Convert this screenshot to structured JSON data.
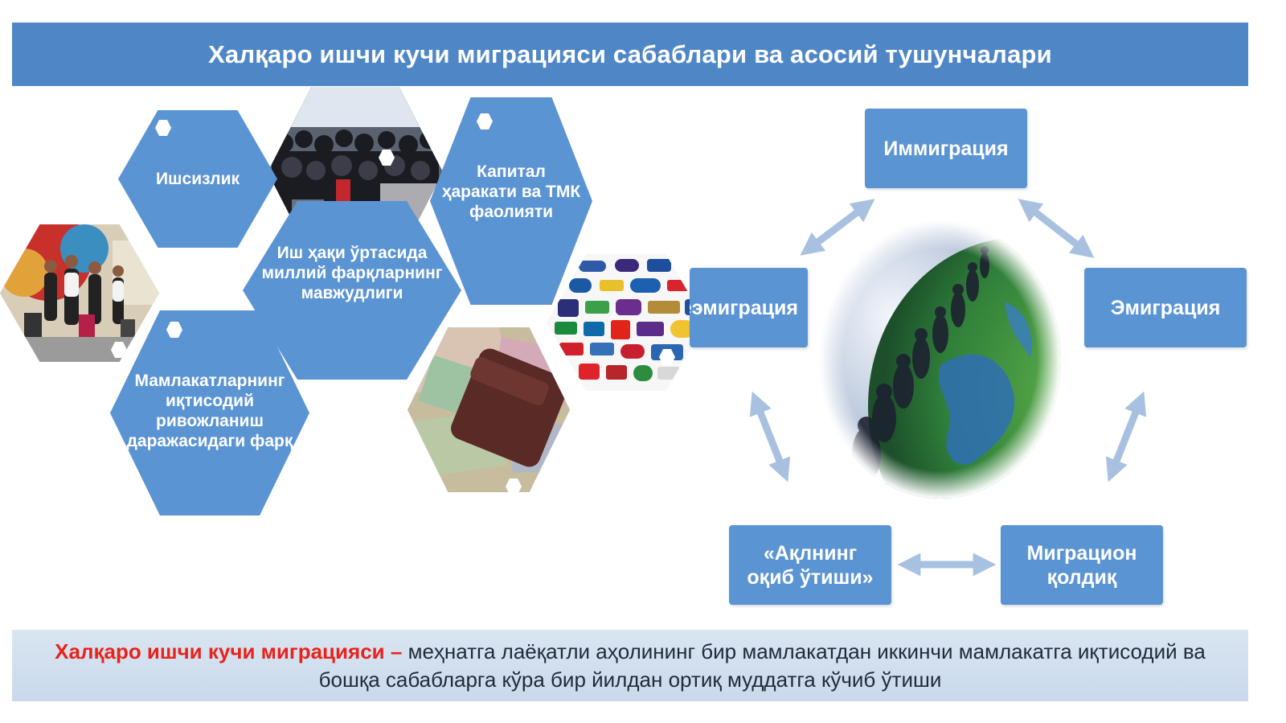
{
  "title": "Халқаро ишчи кучи миграцияси сабаблари ва асосий тушунчалари",
  "hexagons": {
    "unemployment": "Ишсизлик",
    "capital": [
      "Капитал",
      "ҳаракати ва ТМК",
      "фаолияти"
    ],
    "wages": [
      "Иш ҳақи ўртасида",
      "миллий фарқларнинг",
      "мавжудлиги"
    ],
    "development": [
      "Мамлакатларнинг",
      "иқтисодий",
      "ривожланиш",
      "даражасидаги фарқ"
    ]
  },
  "cycle": {
    "immigration": "Иммиграция",
    "emigration": "Эмиграция",
    "remigration": "Реэмиграция",
    "brain_drain": [
      "«Ақлнинг",
      "оқиб ўтиши»"
    ],
    "migration_balance": [
      "Миграцион",
      "қолдиқ"
    ]
  },
  "footer": {
    "term": "Халқаро ишчи кучи миграцияси",
    "dash": " – ",
    "definition": "меҳнатга лаёқатли аҳолининг бир мамлакатдан иккинчи мамлакатга иқтисодий ва бошқа сабабларга кўра бир йилдан ортиқ муддатга кўчиб ўтиши"
  },
  "colors": {
    "title_bar": "#4f87c6",
    "hexagon": "#5b94d3",
    "box": "#5b94d3",
    "arrow": "#a9c1e0",
    "footer_term": "#e8231a"
  }
}
